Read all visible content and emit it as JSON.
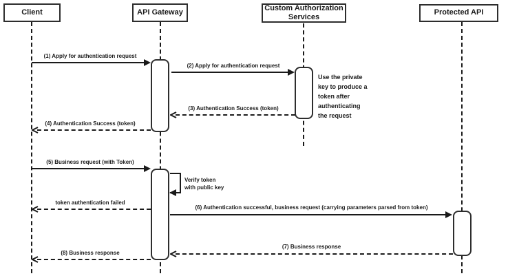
{
  "diagram": {
    "actors": {
      "client": {
        "label": "Client"
      },
      "api_gateway": {
        "label": "API Gateway"
      },
      "custom_auth": {
        "label": "Custom Authorization\nServices"
      },
      "protected_api": {
        "label": "Protected API"
      }
    },
    "messages": {
      "m1": {
        "label": "(1) Apply for authentication request"
      },
      "m2": {
        "label": "(2) Apply for authentication request"
      },
      "m3": {
        "label": "(3) Authentication Success (token)"
      },
      "m4": {
        "label": "(4) Authentication Success (token)"
      },
      "m5": {
        "label": "(5) Business request (with Token)"
      },
      "verify": {
        "label": "Verify token\nwith public key"
      },
      "token_failed": {
        "label": "token authentication failed"
      },
      "m6": {
        "label": "(6) Authentication successful, business request (carrying parameters parsed from token)"
      },
      "m7": {
        "label": "(7) Business response"
      },
      "m8": {
        "label": "(8) Business response"
      }
    },
    "note": {
      "text": "Use the private\nkey to produce a\ntoken after\nauthenticating\nthe request"
    },
    "colors": {
      "line": "#1a1a1a",
      "background": "#ffffff",
      "box_fill": "#ffffff"
    }
  }
}
